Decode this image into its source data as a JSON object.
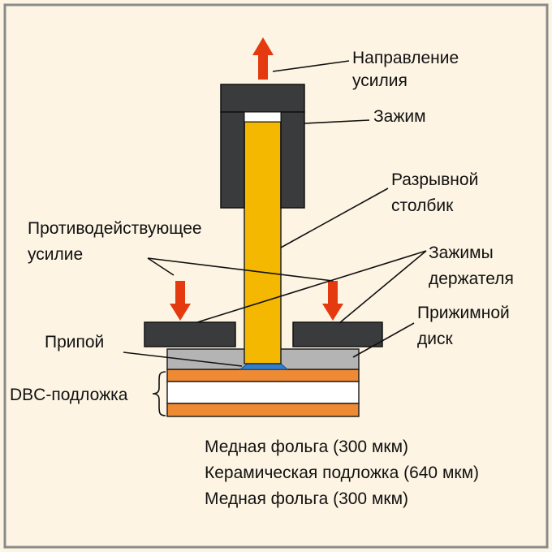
{
  "labels": {
    "force_direction": [
      "Направление",
      "усилия"
    ],
    "clamp": "Зажим",
    "pull_stud": [
      "Разрывной",
      "столбик"
    ],
    "counter_force": [
      "Противодействующее",
      "усилие"
    ],
    "holder_clamps": [
      "Зажимы",
      "держателя"
    ],
    "pressure_disk": [
      "Прижимной",
      "диск"
    ],
    "solder": "Припой",
    "dbc_substrate": "DBC-подложка",
    "layer_legend": [
      "Медная фольга (300 мкм)",
      "Керамическая подложка (640 мкм)",
      "Медная фольга (300 мкм)"
    ]
  },
  "colors": {
    "background": "#fdf4e3",
    "border": "#8a8a8a",
    "clamp": "#3a3b3d",
    "pull_stud": "#f5b800",
    "solder": "#2f7fd0",
    "pressure_disk": "#b4b4b4",
    "copper": "#ee8a33",
    "ceramic": "#ffffff",
    "arrow": "#e53a10",
    "leader": "#111111"
  },
  "icons": {
    "force_arrow": "arrow-up-icon",
    "counter_arrow": "arrow-down-icon",
    "brace": "curly-brace-icon"
  }
}
